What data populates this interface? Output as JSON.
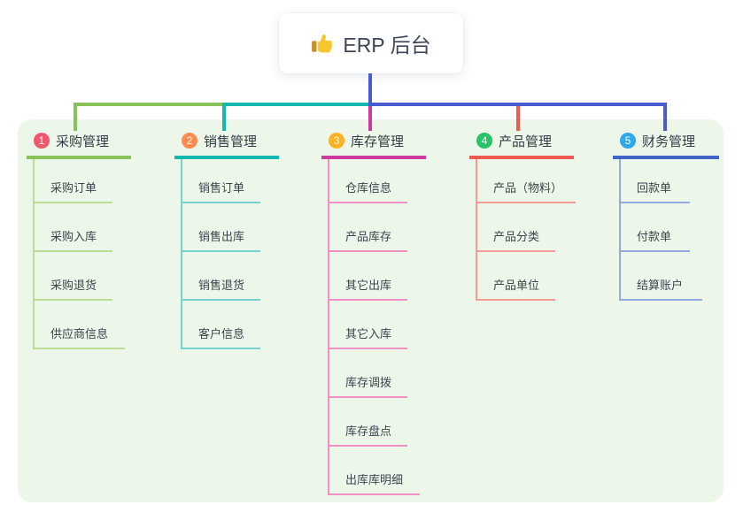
{
  "root": {
    "label": "ERP 后台",
    "icon": "thumbs-up-icon"
  },
  "colors": {
    "stem": "#4a5ad2",
    "panel_bg": "#ecf7e9",
    "canvas_bg": "#ffffff",
    "header_text": "#343b47",
    "child_text": "#3d434e"
  },
  "branches": [
    {
      "badge": "1",
      "label": "采购管理",
      "colors": {
        "main": "#8ac25a",
        "light": "#b9dd92",
        "badge": "#f0596d"
      },
      "children": [
        "采购订单",
        "采购入库",
        "采购退货",
        "供应商信息"
      ]
    },
    {
      "badge": "2",
      "label": "销售管理",
      "colors": {
        "main": "#14b8ae",
        "light": "#76d3cc",
        "badge": "#ff8b4d"
      },
      "children": [
        "销售订单",
        "销售出库",
        "销售退货",
        "客户信息"
      ]
    },
    {
      "badge": "3",
      "label": "库存管理",
      "colors": {
        "main": "#cf3aa0",
        "light": "#f290c4",
        "badge": "#ffb11f"
      },
      "children": [
        "仓库信息",
        "产品库存",
        "其它出库",
        "其它入库",
        "库存调拨",
        "库存盘点",
        "出库库明细"
      ]
    },
    {
      "badge": "4",
      "label": "产品管理",
      "colors": {
        "main": "#ec5a52",
        "light": "#f49d97",
        "badge": "#28c268"
      },
      "children": [
        "产品（物料）",
        "产品分类",
        "产品单位"
      ]
    },
    {
      "badge": "5",
      "label": "财务管理",
      "colors": {
        "main": "#3f63c9",
        "light": "#94a8e0",
        "badge": "#2ea9e9"
      },
      "children": [
        "回款单",
        "付款单",
        "结算账户"
      ]
    }
  ]
}
